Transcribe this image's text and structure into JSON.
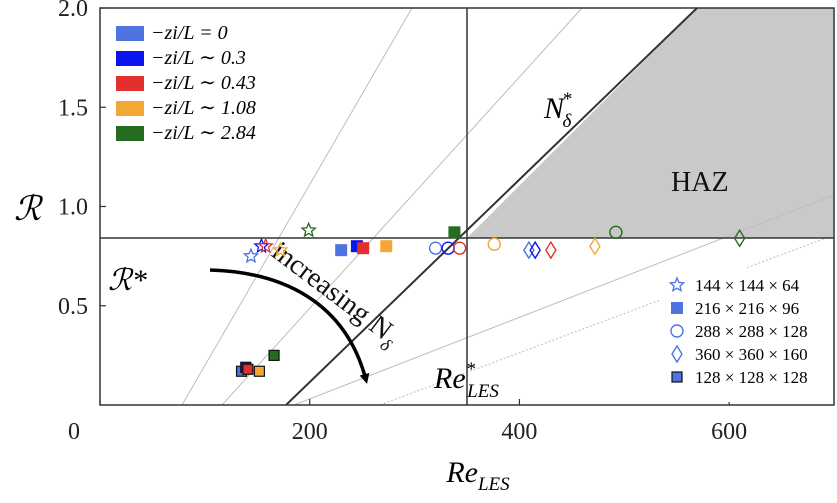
{
  "chart_data": {
    "type": "scatter",
    "xlabel_main": "Re",
    "xlabel_sub": "LES",
    "ylabel": "ℛ",
    "xlim": [
      0,
      700
    ],
    "ylim": [
      0,
      2.0
    ],
    "x_ticks": [
      "0",
      "200",
      "400",
      "600"
    ],
    "x_tick_values": [
      0,
      200,
      400,
      600
    ],
    "y_ticks": [
      "0.5",
      "1.0",
      "1.5",
      "2.0"
    ],
    "y_tick_values": [
      0.5,
      1.0,
      1.5,
      2.0
    ],
    "reference_lines": {
      "R_star": 0.85,
      "Re_LES_star": 345
    },
    "annotations": {
      "haz": "HAZ",
      "r_star": "ℛ*",
      "n_delta_star_main": "N",
      "n_delta_star_sub": "δ",
      "n_delta_star_sup": "*",
      "re_les_star_main": "Re",
      "re_les_star_sup": "*",
      "re_les_star_sub": "LES",
      "arrow_main": "increasing N",
      "arrow_sub": "δ"
    },
    "color_legend": [
      {
        "label": "−zi/L = 0",
        "color": "#4d74e0"
      },
      {
        "label": "−zi/L ∼ 0.3",
        "color": "#0a14ee"
      },
      {
        "label": "−zi/L ∼ 0.43",
        "color": "#e2312c"
      },
      {
        "label": "−zi/L ∼ 1.08",
        "color": "#f2a835"
      },
      {
        "label": "−zi/L ∼ 2.84",
        "color": "#256b20"
      }
    ],
    "marker_legend": [
      {
        "label": "144 × 144 × 64",
        "marker": "star"
      },
      {
        "label": "216 × 216 × 96",
        "marker": "square"
      },
      {
        "label": "288 × 288 × 128",
        "marker": "circle"
      },
      {
        "label": "360 × 360 × 160",
        "marker": "diamond"
      },
      {
        "label": "128 × 128 × 128",
        "marker": "square-edged"
      }
    ],
    "points": [
      {
        "x": 144,
        "y": 0.75,
        "marker": "star",
        "color": "#4d74e0"
      },
      {
        "x": 154,
        "y": 0.8,
        "marker": "star",
        "color": "#0a14ee"
      },
      {
        "x": 158,
        "y": 0.8,
        "marker": "star",
        "color": "#e2312c"
      },
      {
        "x": 172,
        "y": 0.78,
        "marker": "star",
        "color": "#f2a835"
      },
      {
        "x": 199,
        "y": 0.88,
        "marker": "star",
        "color": "#256b20"
      },
      {
        "x": 230,
        "y": 0.78,
        "marker": "square",
        "color": "#4d74e0"
      },
      {
        "x": 245,
        "y": 0.8,
        "marker": "square",
        "color": "#0a14ee"
      },
      {
        "x": 251,
        "y": 0.79,
        "marker": "square",
        "color": "#e2312c"
      },
      {
        "x": 273,
        "y": 0.8,
        "marker": "square",
        "color": "#f2a835"
      },
      {
        "x": 338,
        "y": 0.87,
        "marker": "square",
        "color": "#256b20"
      },
      {
        "x": 320,
        "y": 0.79,
        "marker": "circle",
        "color": "#4d74e0"
      },
      {
        "x": 332,
        "y": 0.79,
        "marker": "circle",
        "color": "#0a14ee"
      },
      {
        "x": 343,
        "y": 0.79,
        "marker": "circle",
        "color": "#e2312c"
      },
      {
        "x": 376,
        "y": 0.81,
        "marker": "circle",
        "color": "#f2a835"
      },
      {
        "x": 492,
        "y": 0.87,
        "marker": "circle",
        "color": "#256b20"
      },
      {
        "x": 409,
        "y": 0.78,
        "marker": "diamond",
        "color": "#4d74e0"
      },
      {
        "x": 415,
        "y": 0.78,
        "marker": "diamond",
        "color": "#0a14ee"
      },
      {
        "x": 430,
        "y": 0.78,
        "marker": "diamond",
        "color": "#e2312c"
      },
      {
        "x": 472,
        "y": 0.8,
        "marker": "diamond",
        "color": "#f2a835"
      },
      {
        "x": 610,
        "y": 0.84,
        "marker": "diamond",
        "color": "#256b20"
      },
      {
        "x": 135,
        "y": 0.17,
        "marker": "square-edged",
        "color": "#4d74e0"
      },
      {
        "x": 139,
        "y": 0.19,
        "marker": "square-edged",
        "color": "#0a14ee"
      },
      {
        "x": 141,
        "y": 0.18,
        "marker": "square-edged",
        "color": "#e2312c"
      },
      {
        "x": 152,
        "y": 0.17,
        "marker": "square-edged",
        "color": "#f2a835"
      },
      {
        "x": 166,
        "y": 0.25,
        "marker": "square-edged",
        "color": "#256b20"
      }
    ]
  }
}
